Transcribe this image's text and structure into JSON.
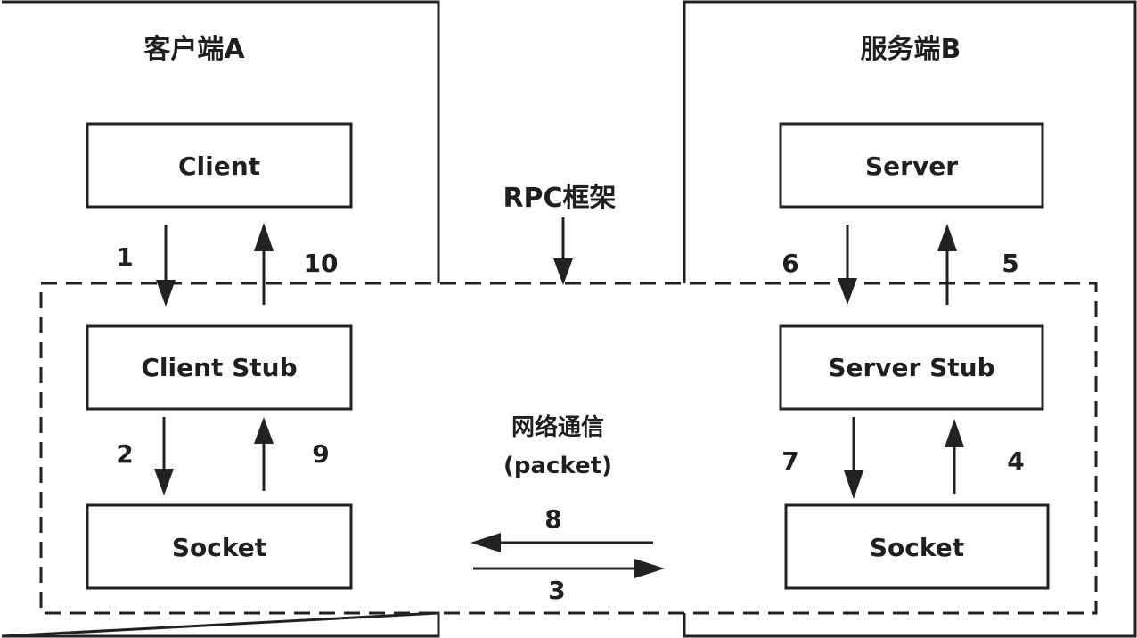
{
  "client_side": {
    "title": "客户端A",
    "client_box": "Client",
    "stub_box": "Client Stub",
    "socket_box": "Socket",
    "step_1": "1",
    "step_10": "10",
    "step_2": "2",
    "step_9": "9"
  },
  "server_side": {
    "title": "服务端B",
    "server_box": "Server",
    "stub_box": "Server Stub",
    "socket_box": "Socket",
    "step_6": "6",
    "step_5": "5",
    "step_7": "7",
    "step_4": "4"
  },
  "framework": {
    "label": "RPC框架"
  },
  "network": {
    "line1": "网络通信",
    "line2": "(packet)",
    "step_8": "8",
    "step_3": "3"
  }
}
